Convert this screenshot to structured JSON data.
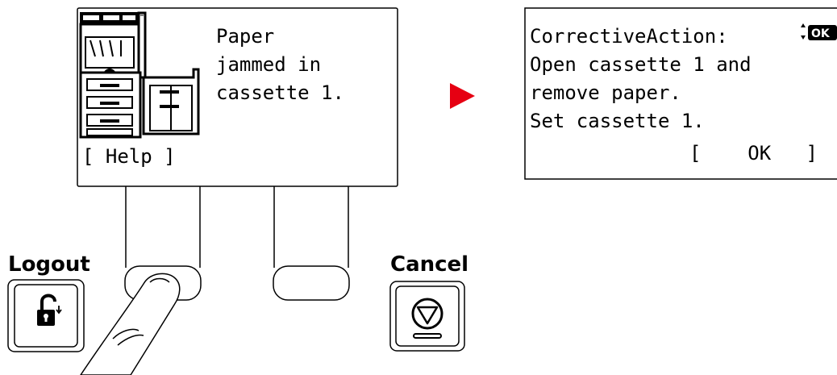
{
  "left_screen": {
    "message_lines": [
      "Paper",
      "jammed in",
      "cassette 1."
    ],
    "help_softkey": "[ Help ]"
  },
  "right_screen": {
    "lines": [
      "CorrectiveAction:",
      "Open cassette 1 and",
      "remove paper.",
      "Set cassette 1."
    ],
    "ok_softkey": "[    OK   ]",
    "scroll_badge": "OK"
  },
  "buttons": {
    "logout_label": "Logout",
    "cancel_label": "Cancel"
  },
  "colors": {
    "arrow": "#e60012",
    "lines": "#000000",
    "fill": "#ffffff"
  },
  "icons": {
    "logout": "unlock-icon",
    "cancel": "stop-icon",
    "machine": "printer-machine-icon"
  }
}
